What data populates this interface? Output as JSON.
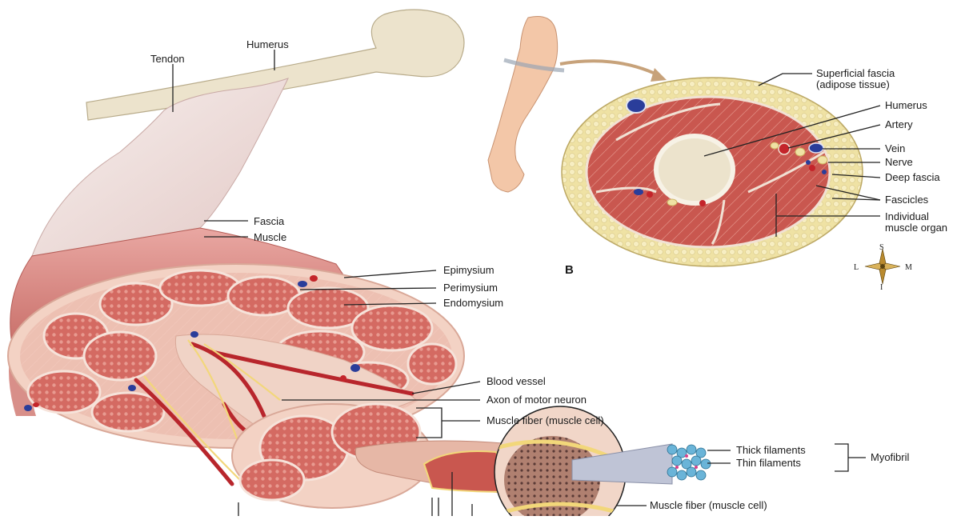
{
  "panel_a": {
    "labels": {
      "tendon": "Tendon",
      "humerus": "Humerus",
      "fascia": "Fascia",
      "muscle": "Muscle",
      "epimysium": "Epimysium",
      "perimysium": "Perimysium",
      "endomysium": "Endomysium",
      "blood_vessel": "Blood vessel",
      "axon": "Axon of motor neuron",
      "muscle_fiber_1": "Muscle fiber (muscle cell)",
      "thick_filaments": "Thick filaments",
      "thin_filaments": "Thin filaments",
      "myofibril": "Myofibril",
      "muscle_fiber_2": "Muscle fiber (muscle cell)"
    }
  },
  "panel_b": {
    "letter": "B",
    "labels": {
      "superficial_fascia_1": "Superficial fascia",
      "superficial_fascia_2": "(adipose tissue)",
      "humerus": "Humerus",
      "artery": "Artery",
      "vein": "Vein",
      "nerve": "Nerve",
      "deep_fascia": "Deep fascia",
      "fascicles": "Fascicles",
      "individual_1": "Individual",
      "individual_2": "muscle organ"
    },
    "compass": {
      "top": "S",
      "bottom": "I",
      "left": "L",
      "right": "M"
    }
  },
  "colors": {
    "muscle": "#c9574f",
    "muscle_light": "#e8b4a8",
    "connective": "#f3d9cc",
    "bone": "#ece3cc",
    "fat": "#efe2a4",
    "artery": "#c4242a",
    "vein": "#2a3d9a",
    "nerve": "#f2d77a"
  }
}
